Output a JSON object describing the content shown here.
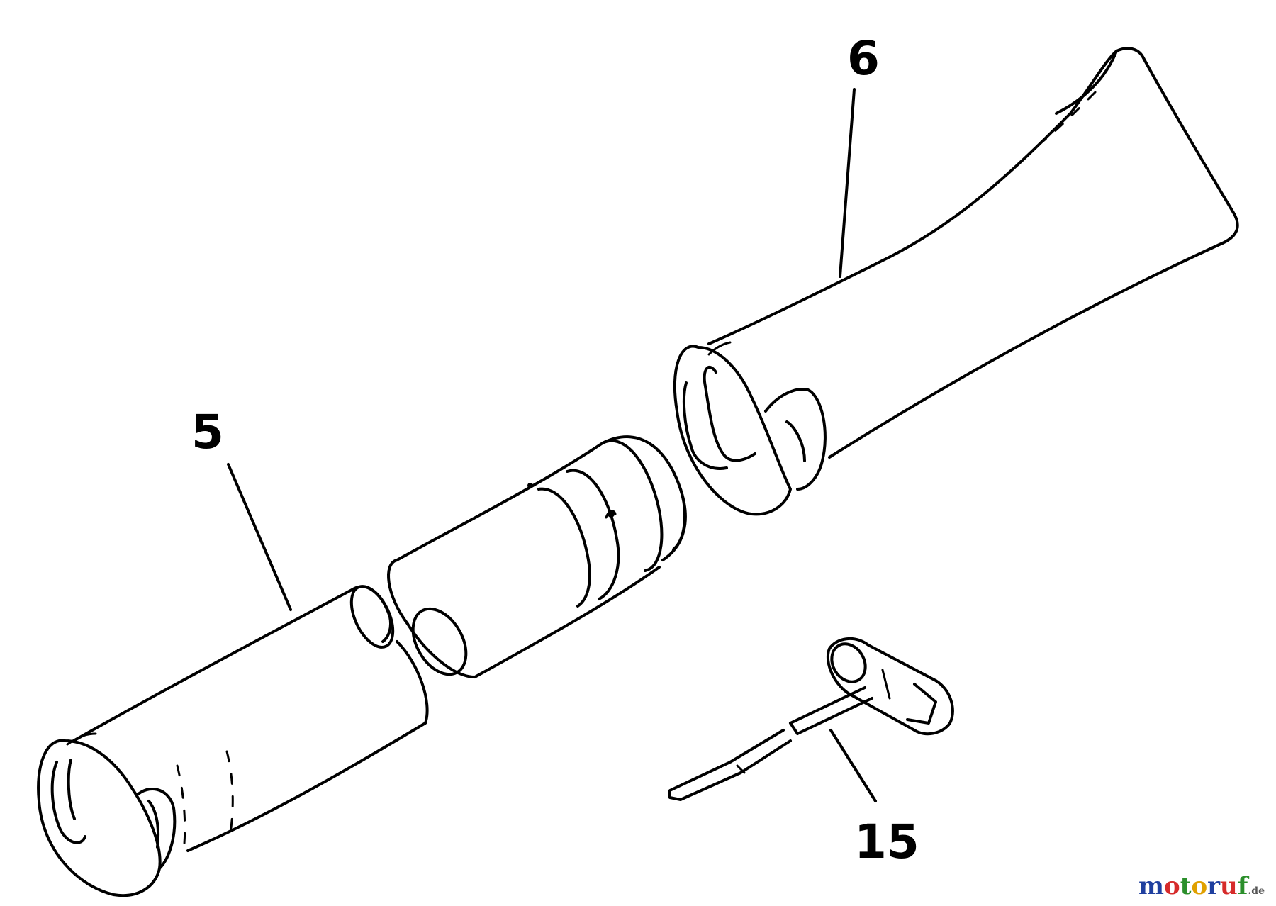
{
  "callouts": {
    "part_5": "5",
    "part_6": "6",
    "part_15": "15"
  },
  "watermark": {
    "text": "motoruf",
    "suffix": ".de",
    "colors": [
      "#1f3f9f",
      "#d62b2b",
      "#2b8f2b",
      "#e0a000"
    ]
  },
  "icons": {
    "part_5": "blower-tube-lower",
    "middle": "blower-tube-middle",
    "part_6": "blower-nozzle",
    "part_15": "plug-wrench"
  }
}
